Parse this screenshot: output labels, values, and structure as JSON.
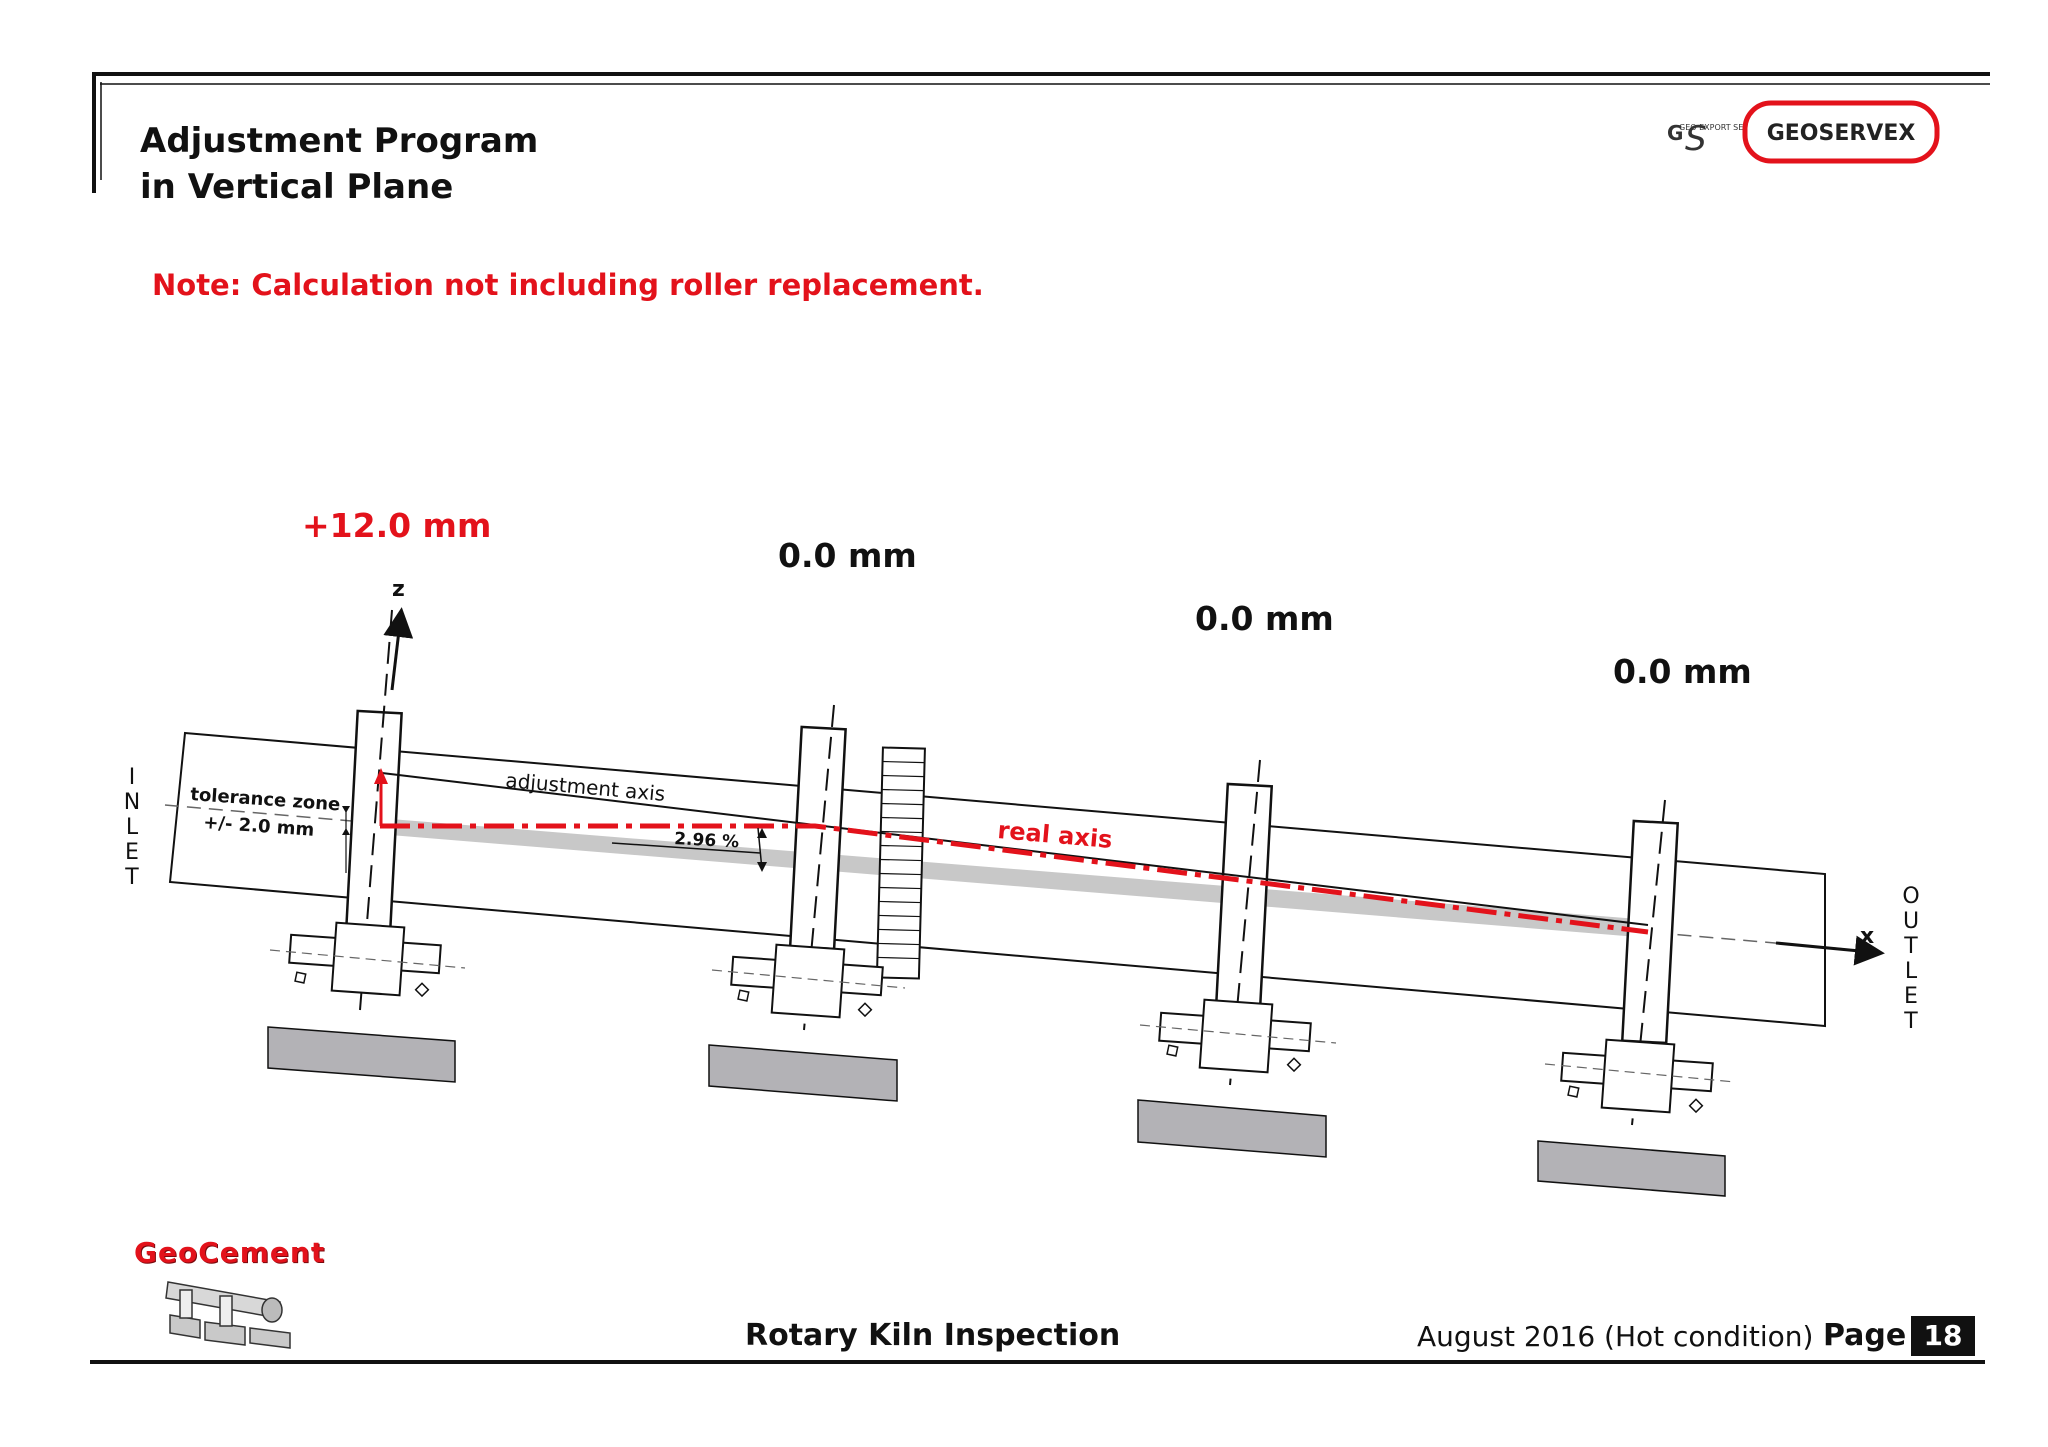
{
  "header": {
    "title_line1": "Adjustment Program",
    "title_line2": "in Vertical Plane",
    "note": "Note: Calculation not including roller replacement.",
    "logo_text": "GEOSERVEX",
    "logo_mark": "GEO EXPORT SERVICE"
  },
  "diagram": {
    "adjustments": [
      "+12.0  mm",
      "0.0  mm",
      "0.0  mm",
      "0.0  mm"
    ],
    "axis_z_label": "z",
    "axis_x_label": "x",
    "inlet_label": "INLET",
    "outlet_label": "OUTLET",
    "tolerance_line1": "tolerance zone",
    "tolerance_line2": "+/- 2.0 mm",
    "adjustment_axis_label": "adjustment  axis",
    "real_axis_label": "real  axis",
    "slope_label": "2.96 %",
    "colors": {
      "highlight": "#e3121b",
      "line": "#111111",
      "band": "#c8c8c8",
      "foundation": "#b3b2b6"
    }
  },
  "footer": {
    "brand": "GeoCement",
    "title": "Rotary Kiln Inspection",
    "date": "August 2016 (Hot condition)",
    "page_label": "Page",
    "page_number": "18"
  }
}
